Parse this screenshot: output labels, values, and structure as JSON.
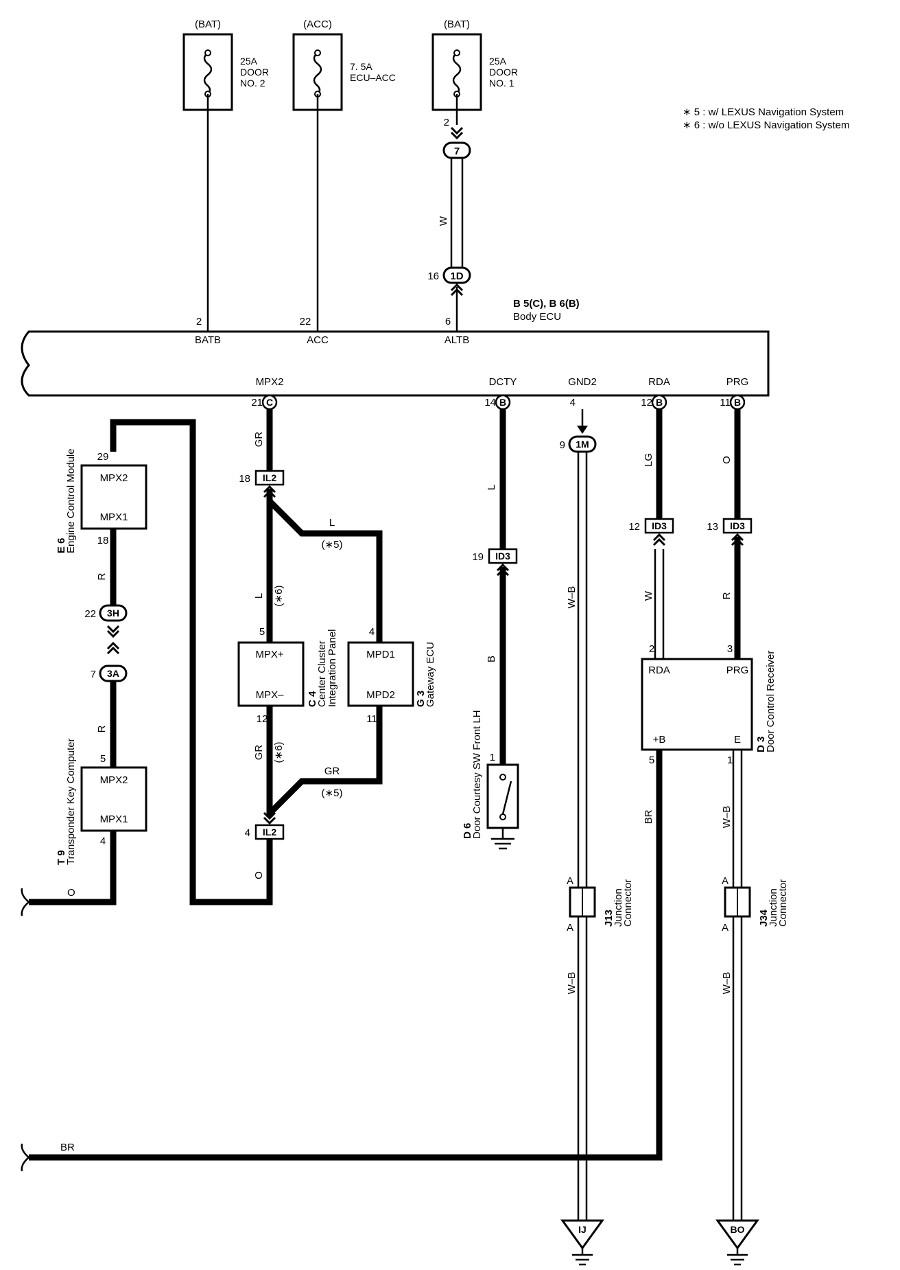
{
  "notes": [
    "∗ 5 : w/ LEXUS Navigation System",
    "∗ 6 : w/o LEXUS Navigation System"
  ],
  "fuses": [
    {
      "source": "(BAT)",
      "rating": "25A",
      "name1": "DOOR",
      "name2": "NO. 2"
    },
    {
      "source": "(ACC)",
      "rating": "7. 5A",
      "name1": "ECU–ACC",
      "name2": ""
    },
    {
      "source": "(BAT)",
      "rating": "25A",
      "name1": "DOOR",
      "name2": "NO. 1"
    }
  ],
  "body_ecu": {
    "ref": "B 5(C), B 6(B)",
    "name": "Body ECU",
    "top_pins": [
      {
        "num": "2",
        "label": "BATB"
      },
      {
        "num": "22",
        "label": "ACC"
      },
      {
        "num": "6",
        "label": "ALTB"
      }
    ],
    "bottom_pins": [
      {
        "label": "MPX2",
        "num": "21",
        "conn": "C"
      },
      {
        "label": "DCTY",
        "num": "14",
        "conn": "B"
      },
      {
        "label": "GND2",
        "num": "4",
        "conn": ""
      },
      {
        "label": "RDA",
        "num": "12",
        "conn": "B"
      },
      {
        "label": "PRG",
        "num": "11",
        "conn": "B"
      }
    ]
  },
  "connectors": {
    "c7_pin": "2",
    "c7": "7",
    "w_color": "W",
    "c1d_pin": "16",
    "c1d": "1D",
    "c1m_pin": "9",
    "c1m": "1M",
    "il2_top_pin": "18",
    "il2_top": "IL2",
    "il2_bot_pin": "4",
    "il2_bot": "IL2",
    "id3_a_pin": "19",
    "id3_a": "ID3",
    "id3_b_pin": "12",
    "id3_b": "ID3",
    "id3_c_pin": "13",
    "id3_c": "ID3",
    "c3h_pin": "22",
    "c3h": "3H",
    "c3a_pin": "7",
    "c3a": "3A"
  },
  "components": {
    "ecm": {
      "ref": "E 6",
      "name": "Engine Control Module",
      "pin_top": "29",
      "pin_bot": "18",
      "t1": "MPX2",
      "t2": "MPX1"
    },
    "tkc": {
      "ref": "T 9",
      "name": "Transponder Key Computer",
      "pin_top": "5",
      "pin_bot": "4",
      "t1": "MPX2",
      "t2": "MPX1"
    },
    "ccip": {
      "ref": "C 4",
      "name1": "Center Cluster",
      "name2": "Integration Panel",
      "pin_top": "5",
      "pin_bot": "12",
      "t1": "MPX+",
      "t2": "MPX–"
    },
    "gw": {
      "ref": "G 3",
      "name": "Gateway ECU",
      "pin_top": "4",
      "pin_bot": "11",
      "t1": "MPD1",
      "t2": "MPD2"
    },
    "dcs": {
      "ref": "D 6",
      "name": "Door Courtesy SW Front LH",
      "pin": "1"
    },
    "dcr": {
      "ref": "D 3",
      "name": "Door Control Receiver",
      "pin_rda": "2",
      "pin_prg": "3",
      "pin_b": "5",
      "pin_e": "1",
      "t_rda": "RDA",
      "t_prg": "PRG",
      "t_b": "+B",
      "t_e": "E"
    },
    "j13": {
      "ref": "J13",
      "name1": "Junction",
      "name2": "Connector",
      "pin": "A"
    },
    "j34": {
      "ref": "J34",
      "name1": "Junction",
      "name2": "Connector",
      "pin": "A"
    }
  },
  "wires": {
    "gr": "GR",
    "l": "L",
    "l_nav": "L",
    "star5": "(∗5)",
    "star6": "(∗6)",
    "gr_nav": "GR",
    "o": "O",
    "r": "R",
    "w": "W",
    "lg": "LG",
    "wb": "W–B",
    "br": "BR",
    "o_left": "O",
    "br_left": "BR"
  },
  "grounds": {
    "ij": "IJ",
    "bo": "BO"
  }
}
